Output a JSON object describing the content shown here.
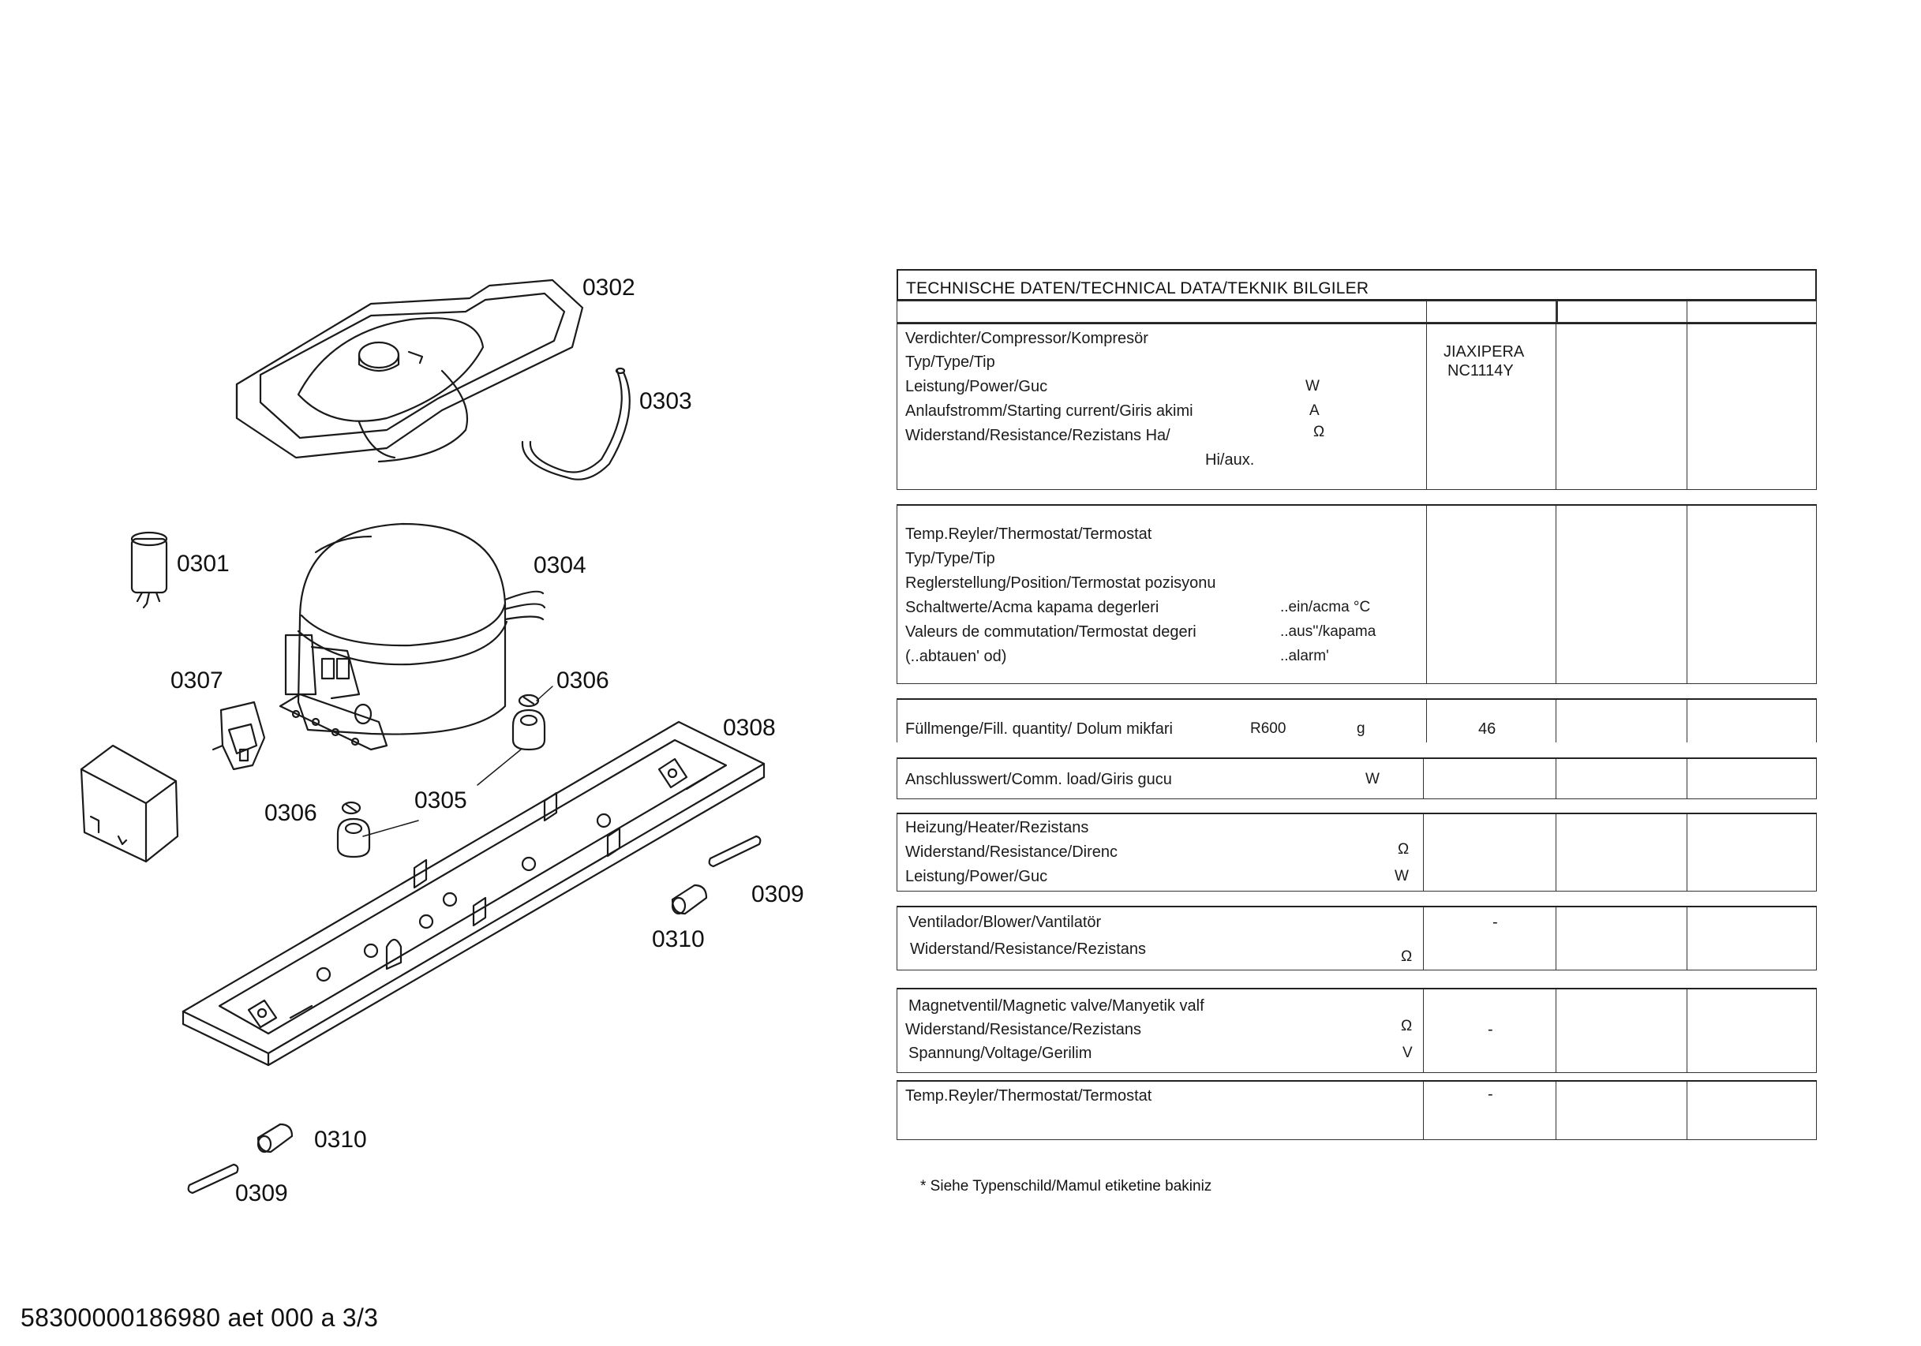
{
  "part_labels": {
    "p0301": "0301",
    "p0302": "0302",
    "p0303": "0303",
    "p0304": "0304",
    "p0305": "0305",
    "p0306a": "0306",
    "p0306b": "0306",
    "p0307": "0307",
    "p0308": "0308",
    "p0309a": "0309",
    "p0309b": "0309",
    "p0310a": "0310",
    "p0310b": "0310"
  },
  "table": {
    "title": "TECHNISCHE DATEN/TECHNICAL DATA/TEKNIK BILGILER",
    "compressor": {
      "rows": [
        "Verdichter/Compressor/Kompresör",
        "Typ/Type/Tip",
        "Leistung/Power/Guc",
        "Anlaufstromm/Starting current/Giris akimi",
        "Widerstand/Resistance/Rezistans Ha/"
      ],
      "sub_row": "Hi/aux.",
      "units": [
        "W",
        "A",
        "Ω"
      ],
      "value_model": "JIAXIPERA",
      "value_code": "NC1114Y"
    },
    "thermostat": {
      "rows": [
        "Temp.Reyler/Thermostat/Termostat",
        "Typ/Type/Tip",
        "Reglerstellung/Position/Termostat  pozisyonu",
        "Schaltwerte/Acma kapama degerleri",
        "Valeurs de commutation/Termostat degeri",
        "(..abtauen' od)"
      ],
      "side": [
        "..ein/acma °C",
        "..aus''/kapama",
        "..alarm'"
      ]
    },
    "fill": {
      "label": "Füllmenge/Fill. quantity/ Dolum mikfari",
      "refrigerant": "R600",
      "unit": "g",
      "value": "46"
    },
    "connection": {
      "label": "Anschlusswert/Comm. load/Giris gucu",
      "unit": "W"
    },
    "heater": {
      "rows": [
        "Heizung/Heater/Rezistans",
        "Widerstand/Resistance/Direnc",
        "Leistung/Power/Guc"
      ],
      "units": [
        "Ω",
        "W"
      ]
    },
    "blower": {
      "rows": [
        "Ventilador/Blower/Vantilatör",
        "Widerstand/Resistance/Rezistans"
      ],
      "unit": "Ω",
      "value": "-"
    },
    "valve": {
      "rows": [
        "Magnetventil/Magnetic valve/Manyetik valf",
        "Widerstand/Resistance/Rezistans",
        "Spannung/Voltage/Gerilim"
      ],
      "units": [
        "Ω",
        "V"
      ],
      "value": "-"
    },
    "temp": {
      "label": "Temp.Reyler/Thermostat/Termostat",
      "value": "-"
    }
  },
  "footnote": "* Siehe Typenschild/Mamul etiketine bakiniz",
  "document_number": "58300000186980 aet 000 a 3/3"
}
